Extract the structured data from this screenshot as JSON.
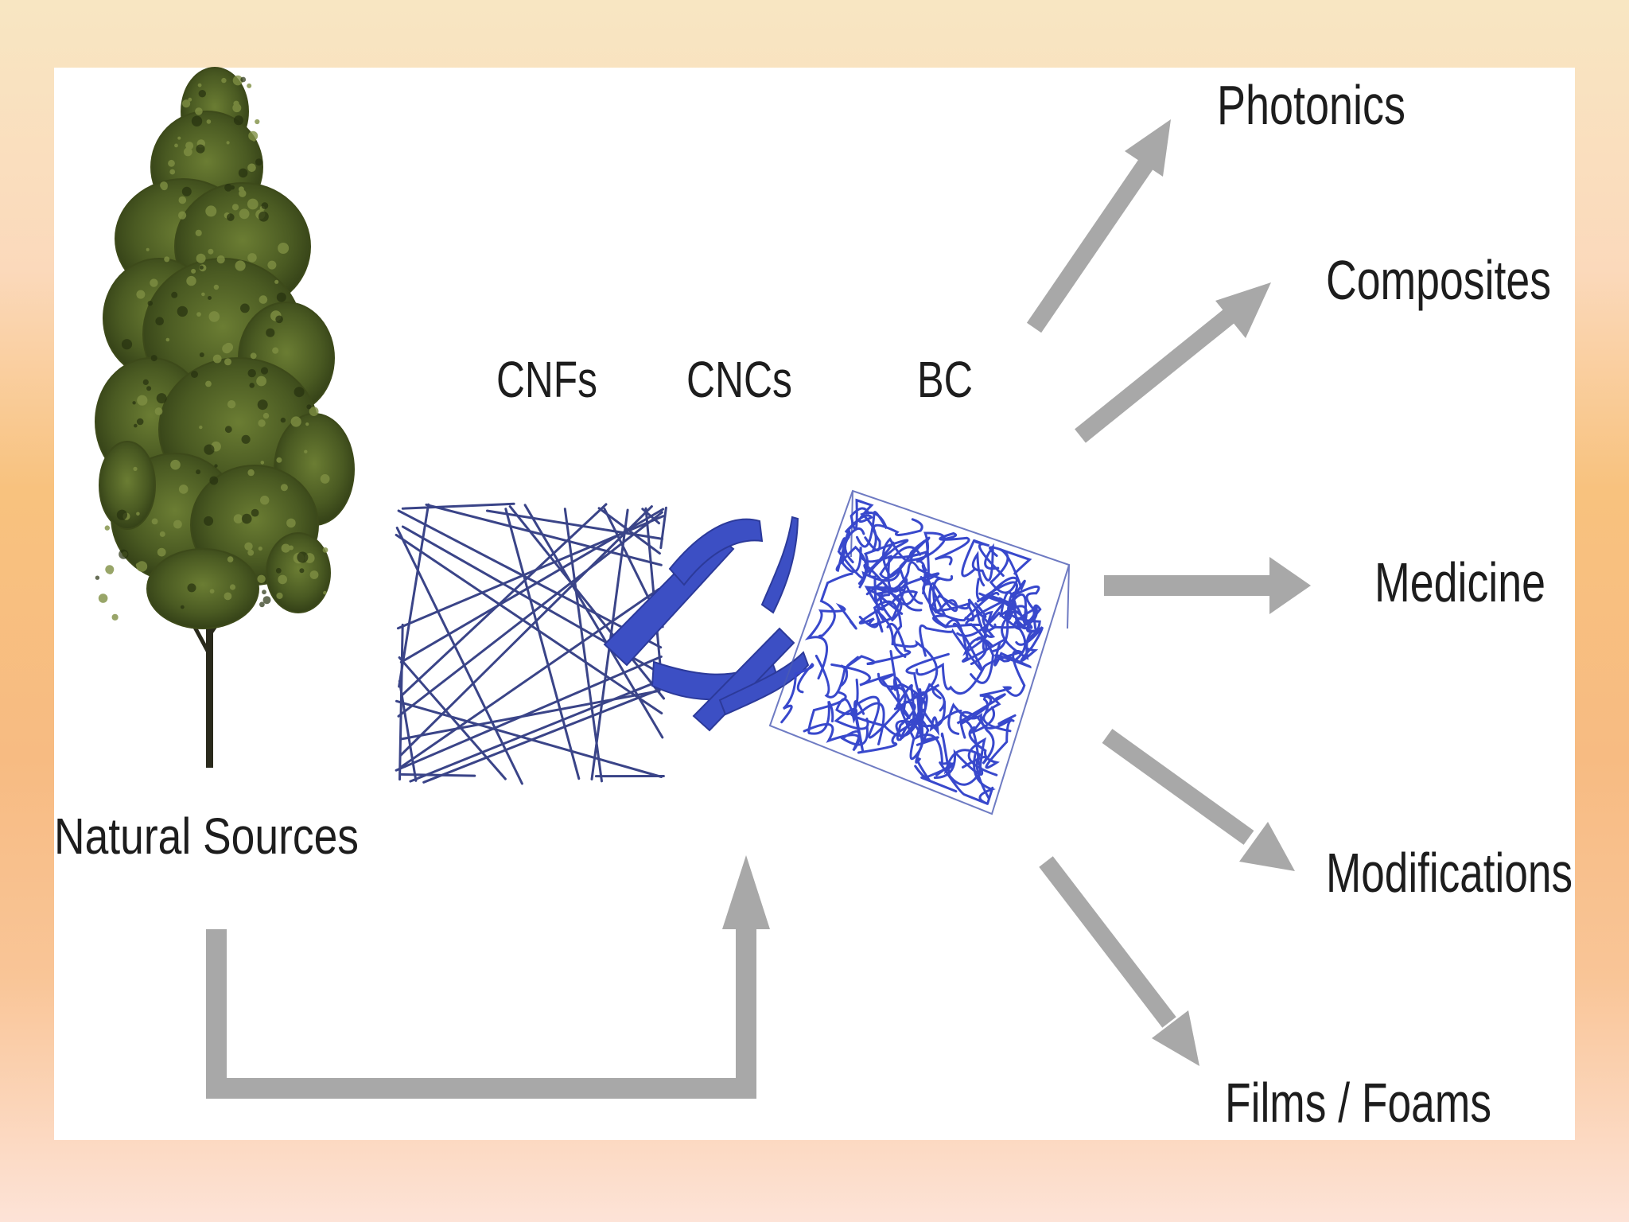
{
  "source_label": "Natural Sources",
  "nanocellulose": {
    "cnfs": "CNFs",
    "cncs": "CNCs",
    "bc": "BC"
  },
  "applications": [
    "Photonics",
    "Composites",
    "Medicine",
    "Modifications",
    "Films / Foams"
  ],
  "colors": {
    "arrow": "#a8a8a8",
    "fiber": "#3f4ea6",
    "crystal": "#3c4fc4",
    "tree_foliage": "#4a5a22",
    "text": "#1d1d1d"
  },
  "icons": {
    "tree": "tree-illustration",
    "cnf_network": "fiber-network-illustration",
    "cnc_crystals": "crystal-rods-illustration",
    "bc_network": "bacterial-cellulose-box-illustration"
  }
}
